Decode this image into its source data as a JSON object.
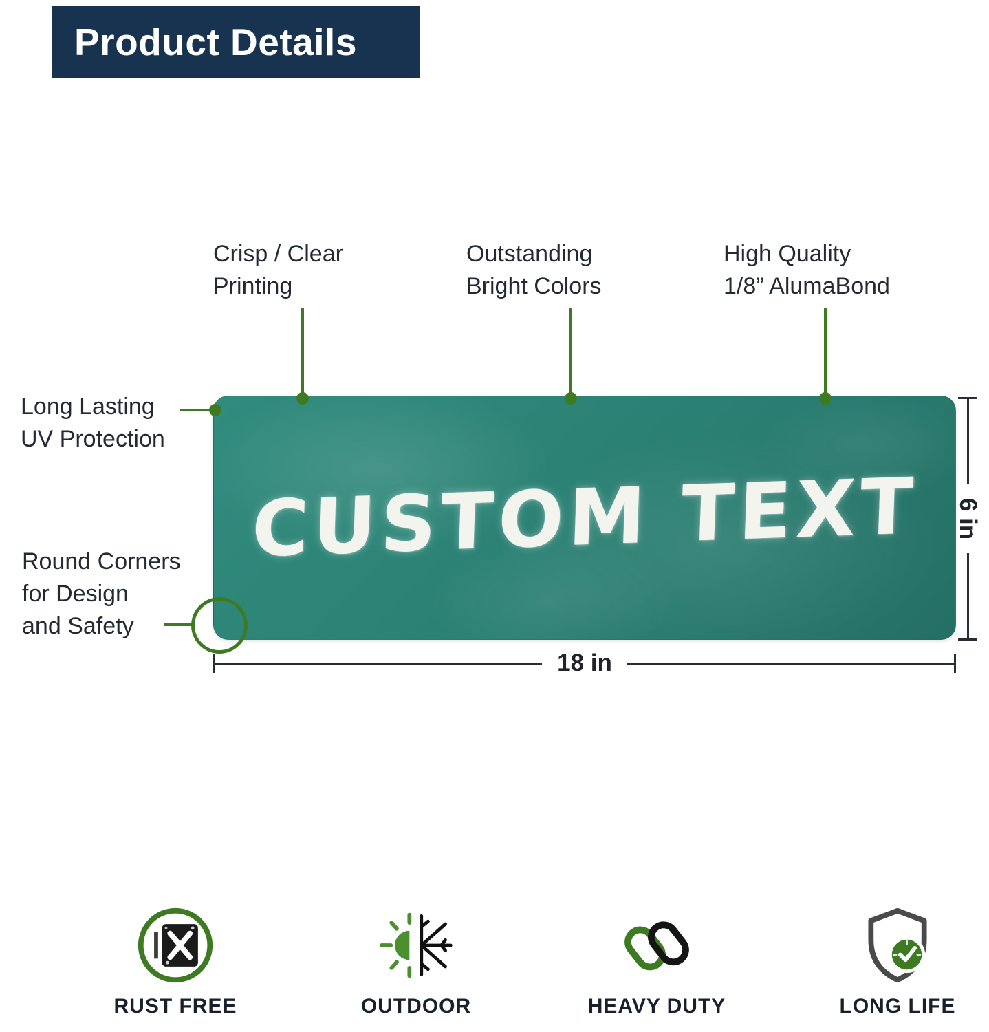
{
  "header": {
    "title": "Product Details"
  },
  "sign": {
    "text": "CUSTOM TEXT"
  },
  "callouts": {
    "crisp_clear": "Crisp / Clear\nPrinting",
    "bright_colors": "Outstanding\nBright Colors",
    "alumabond": "High Quality\n1/8” AlumaBond",
    "uv_protection": "Long Lasting\nUV Protection",
    "round_corners": "Round Corners\nfor Design\nand Safety"
  },
  "dimensions": {
    "width": "18 in",
    "height": "6 in"
  },
  "features": [
    {
      "label": "RUST FREE",
      "icon": "rust-free-icon"
    },
    {
      "label": "OUTDOOR",
      "icon": "sun-snowflake-icon"
    },
    {
      "label": "HEAVY DUTY",
      "icon": "chain-links-icon"
    },
    {
      "label": "LONG LIFE",
      "icon": "shield-clock-icon"
    }
  ],
  "colors": {
    "header_bg": "#17334f",
    "accent_green": "#3e7a21",
    "sign_green": "#2a7f72",
    "chalk_white": "#f3f4ee",
    "text_dark": "#242a33"
  }
}
